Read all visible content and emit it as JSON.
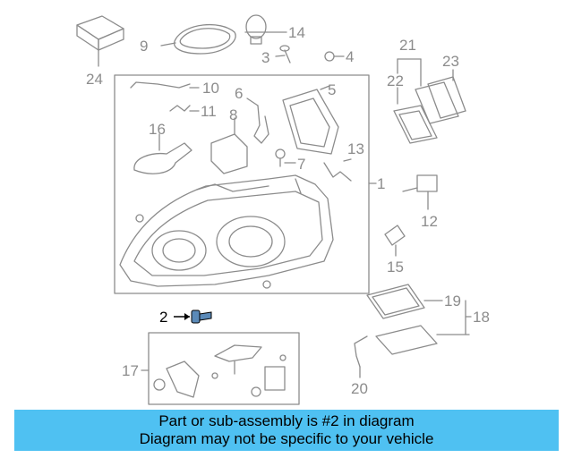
{
  "diagram": {
    "callouts": {
      "c1": "1",
      "c2": "2",
      "c3": "3",
      "c4": "4",
      "c5": "5",
      "c6": "6",
      "c7": "7",
      "c8": "8",
      "c9": "9",
      "c10": "10",
      "c11": "11",
      "c12": "12",
      "c13": "13",
      "c14": "14",
      "c15": "15",
      "c16": "16",
      "c17": "17",
      "c18": "18",
      "c19": "19",
      "c20": "20",
      "c21": "21",
      "c22": "22",
      "c23": "23",
      "c24": "24"
    },
    "highlighted_part": "2",
    "colors": {
      "lines": "#8c8c8c",
      "highlight": "#000000",
      "part_fill": "#5b8ab8"
    }
  },
  "caption": {
    "line1": "Part or sub-assembly is #2 in diagram",
    "line2": "Diagram may not be specific to your vehicle",
    "background": "#4fc1f2"
  }
}
